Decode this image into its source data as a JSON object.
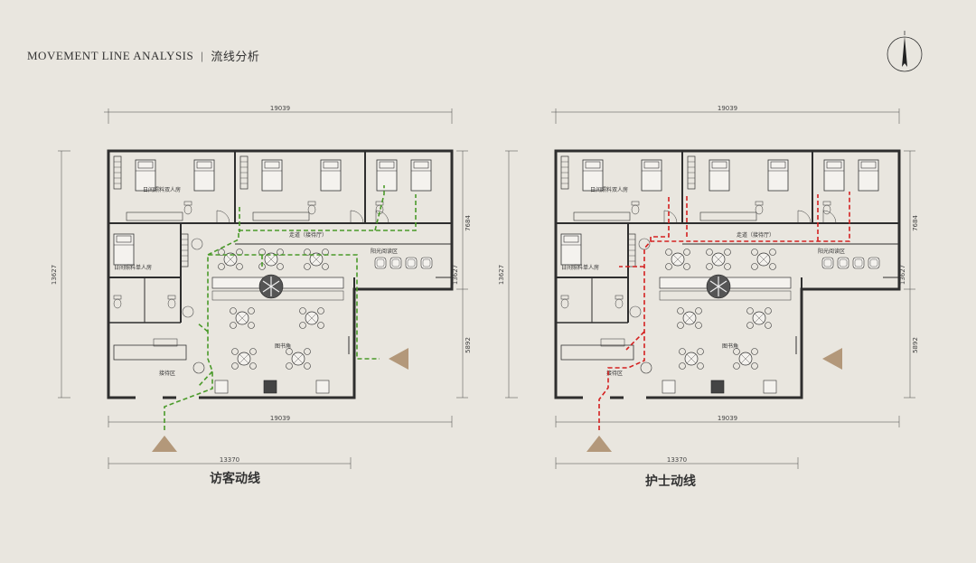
{
  "header": {
    "title_en": "MOVEMENT LINE ANALYSIS",
    "separator": "|",
    "title_cn": "流线分析"
  },
  "colors": {
    "visitor_path": "#4a9a2a",
    "nurse_path": "#d42020",
    "entrance_marker": "#b3987a",
    "walls": "#2e2e2e"
  },
  "plans": [
    {
      "caption": "访客动线",
      "path_type": "visitor",
      "dimensions": {
        "top_width": "19039",
        "bottom_width": "19039",
        "bottom_inner_width": "13370",
        "left_height": "13627",
        "right_height": "13627",
        "right_upper": "7684",
        "right_lower": "5892"
      },
      "labels": {
        "room_double": "日间照料双人房",
        "room_single": "日间照料单人房",
        "corridor": "走道（接待厅）",
        "sun_reading": "阳光阅读区",
        "library": "图书角",
        "reception": "接待区"
      }
    },
    {
      "caption": "护士动线",
      "path_type": "nurse",
      "dimensions": {
        "top_width": "19039",
        "bottom_width": "19039",
        "bottom_inner_width": "13370",
        "left_height": "13627",
        "right_height": "13627",
        "right_upper": "7684",
        "right_lower": "5892"
      },
      "labels": {
        "room_double": "日间照料双人房",
        "room_single": "日间照料单人房",
        "corridor": "走道（接待厅）",
        "sun_reading": "阳光阅读区",
        "library": "图书角",
        "reception": "接待区"
      }
    }
  ]
}
